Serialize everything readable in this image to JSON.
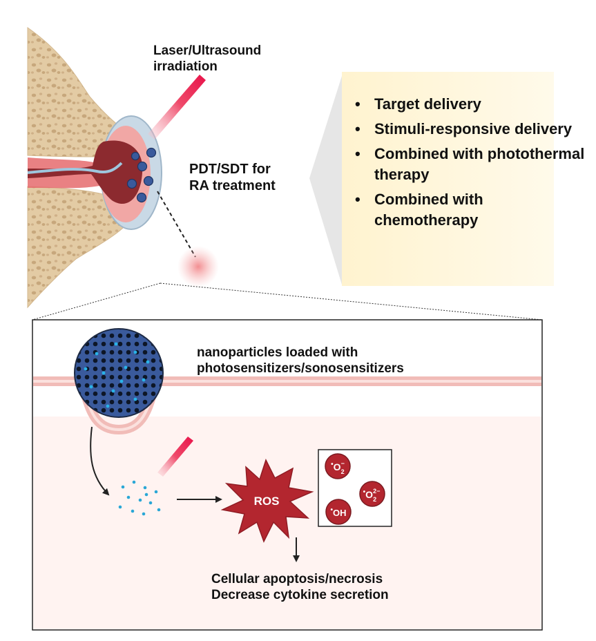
{
  "labels": {
    "irradiation_line1": "Laser/Ultrasound",
    "irradiation_line2": "irradiation",
    "treatment_line1": "PDT/SDT for",
    "treatment_line2": "RA treatment",
    "nanoparticles_line1": "nanoparticles loaded with",
    "nanoparticles_line2": "photosensitizers/sonosensitizers",
    "ros": "ROS",
    "outcome_line1": "Cellular apoptosis/necrosis",
    "outcome_line2": "Decrease cytokine secretion"
  },
  "benefits": [
    "Target delivery",
    "Stimuli-responsive delivery",
    "Combined with photothermal therapy",
    "Combined with chemotherapy"
  ],
  "species": [
    {
      "base": "O",
      "sub": "2",
      "sup": "−"
    },
    {
      "base": "O",
      "sub": "2",
      "sup": "2−"
    },
    {
      "base": "OH",
      "sub": "",
      "sup": ""
    }
  ],
  "colors": {
    "bone": "#e3cba4",
    "bone_spots": "#c7a77c",
    "cartilage": "#c9d9e6",
    "synovium": "#f1a7a5",
    "inflamed_tissue": "#8c2a2f",
    "ros_red": "#b3262f",
    "laser": "#e8204c",
    "nanoparticle": "#3a5a9c",
    "panel_bg": "#fff7dd",
    "membrane": "#f4c7c3"
  }
}
